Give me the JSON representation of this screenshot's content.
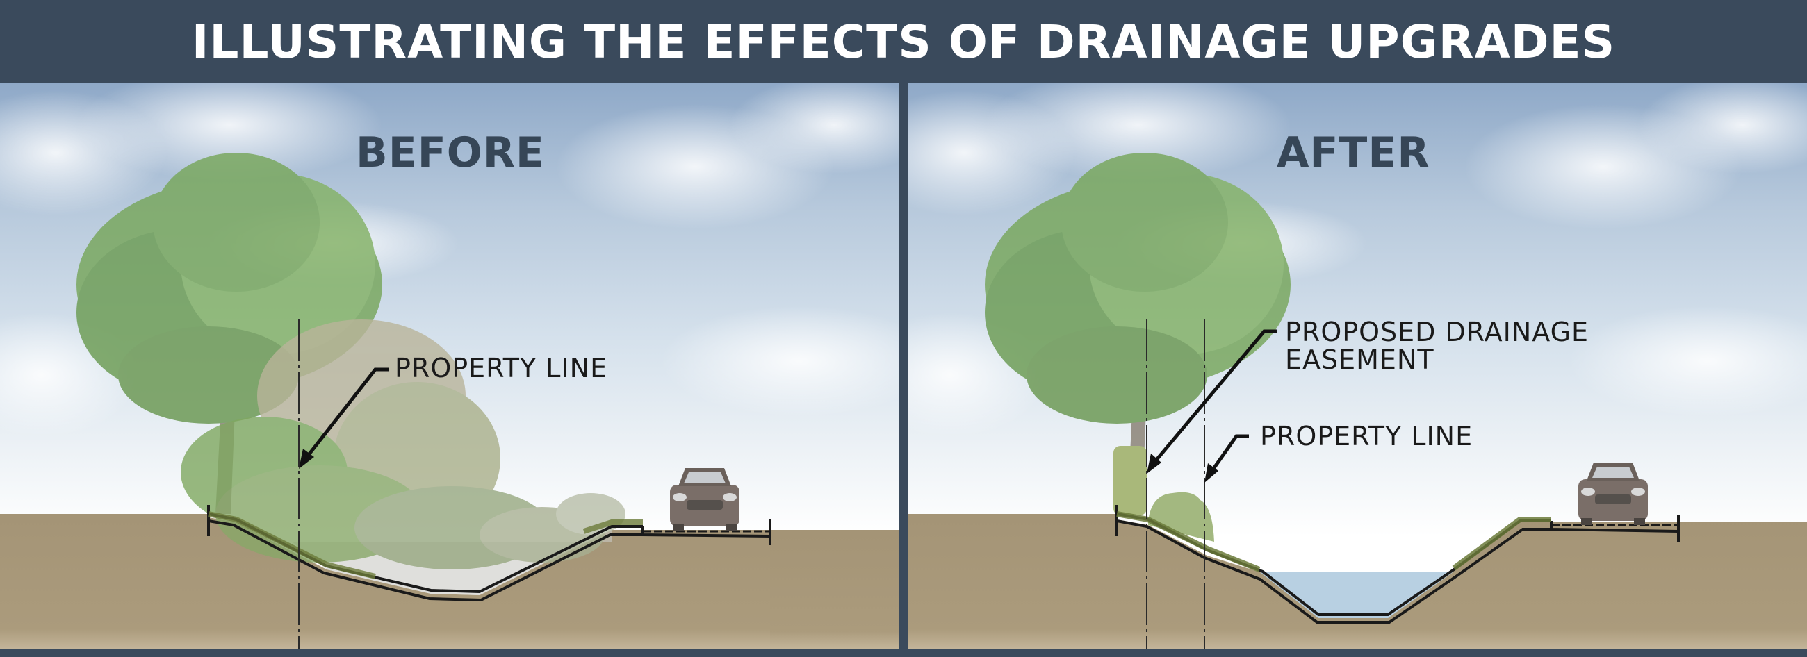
{
  "header": {
    "title": "ILLUSTRATING THE EFFECTS OF DRAINAGE UPGRADES"
  },
  "panels": {
    "before": {
      "title": "BEFORE",
      "callouts": [
        {
          "label": "PROPERTY LINE"
        }
      ],
      "elements": [
        "sky-with-clouds",
        "large-tree",
        "overgrown-vegetation",
        "shallow-vegetated-ditch",
        "road",
        "car"
      ]
    },
    "after": {
      "title": "AFTER",
      "callouts": [
        {
          "label": "PROPOSED DRAINAGE\nEASEMENT"
        },
        {
          "label": "PROPERTY LINE"
        }
      ],
      "elements": [
        "sky-with-clouds",
        "large-tree",
        "hedge",
        "shrub",
        "deep-trapezoidal-ditch-with-water",
        "road",
        "car"
      ]
    }
  },
  "colors": {
    "header_bg": "#3a4a5c",
    "title_text": "#ffffff",
    "panel_title_text": "#364657",
    "soil": "#a89878",
    "soil_light": "#c2b398",
    "grass": "#6b7a3a",
    "water": "#b4cde0",
    "tree_foliage": "#7aa860",
    "tree_trunk": "#8c8478",
    "car": "#7a6e68",
    "line": "#1a1a1a"
  }
}
